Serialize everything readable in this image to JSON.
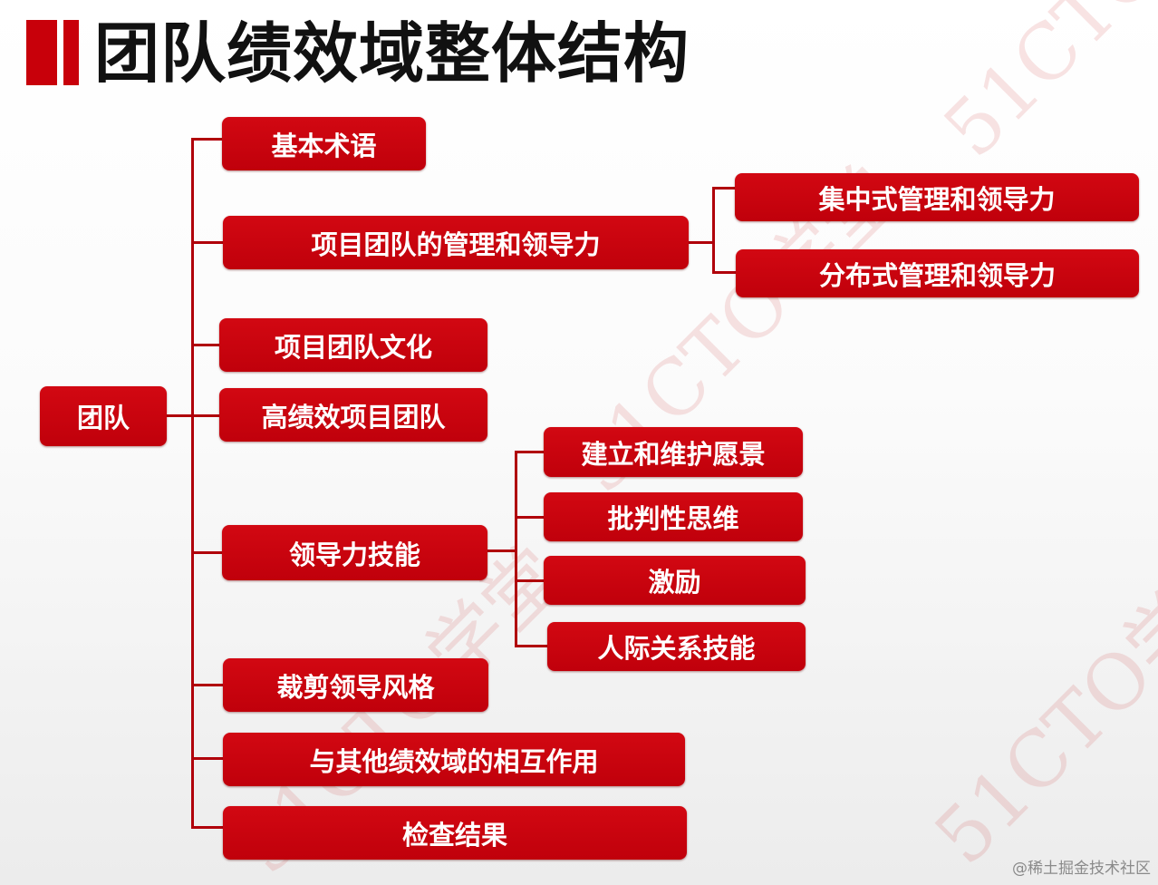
{
  "title": "团队绩效域整体结构",
  "root": "团队",
  "branches": [
    "基本术语",
    "项目团队的管理和领导力",
    "项目团队文化",
    "高绩效项目团队",
    "领导力技能",
    "裁剪领导风格",
    "与其他绩效域的相互作用",
    "检查结果"
  ],
  "management_children": [
    "集中式管理和领导力",
    "分布式管理和领导力"
  ],
  "skill_children": [
    "建立和维护愿景",
    "批判性思维",
    "激励",
    "人际关系技能"
  ],
  "watermark": "51CTO学堂",
  "footer": "@稀土掘金技术社区",
  "colors": {
    "box": "#c8000a",
    "line": "#b0000a",
    "title": "#111111"
  }
}
